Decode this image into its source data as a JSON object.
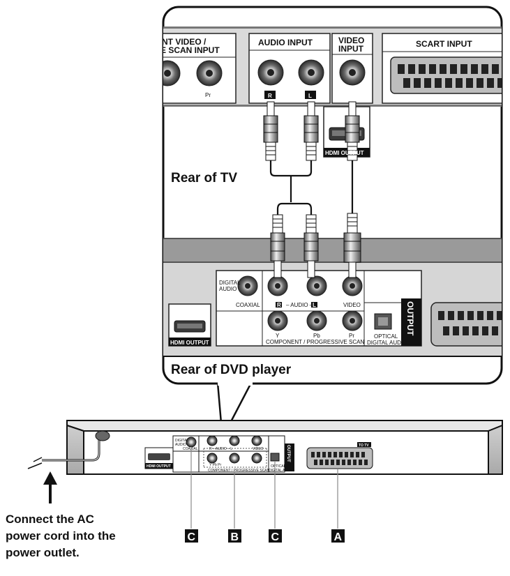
{
  "tv_panel": {
    "component_label_1": "NT VIDEO /",
    "component_label_2": "E SCAN INPUT",
    "component_pr": "Pr",
    "audio_input": "AUDIO INPUT",
    "audio_r": "R",
    "audio_l": "L",
    "video_input_1": "VIDEO",
    "video_input_2": "INPUT",
    "scart_input": "SCART INPUT",
    "hdmi_output": "HDMI OUTPUT"
  },
  "rear_of_tv": "Rear of TV",
  "dvd_panel": {
    "digital_audio_1": "DIGITAL",
    "digital_audio_2": "AUDIO",
    "coaxial": "COAXIAL",
    "audio_r": "R",
    "audio_dash": "– AUDIO –",
    "audio_l": "L",
    "video": "VIDEO",
    "y": "Y",
    "pb": "Pb",
    "pr": "Pr",
    "component_scan": "COMPONENT / PROGRESSIVE SCAN",
    "optical_1": "OPTICAL",
    "optical_2": "DIGITAL AUDIO",
    "output": "OUTPUT",
    "hdmi_output": "HDMI OUTPUT"
  },
  "rear_of_dvd": "Rear of DVD player",
  "small_player": {
    "digital_audio_1": "DIGITAL",
    "digital_audio_2": "AUDIO",
    "coaxial": "COAXIAL",
    "audio_row": "R – AUDIO – L",
    "video": "VIDEO",
    "component_row": "Y     Pb    Pr",
    "component_scan": "COMPONENT / PROGRESSIVE SCAN",
    "optical": "OPTICAL",
    "digital_audio_small": "DIGITAL AUDIO",
    "output": "OUTPUT",
    "hdmi_output": "HDMI OUTPUT",
    "to_tv": "TO TV"
  },
  "markers": [
    "C",
    "B",
    "C",
    "A"
  ],
  "caption": {
    "line1": "Connect the AC",
    "line2": "power cord into the",
    "line3": "power outlet."
  }
}
